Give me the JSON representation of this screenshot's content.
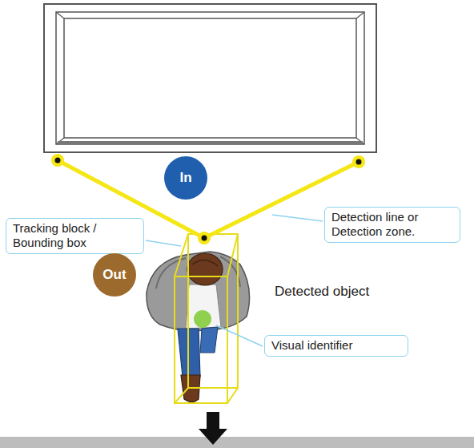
{
  "diagram": {
    "nodes": [
      {
        "text": [
          "In"
        ]
      },
      {
        "text": [
          "Tracking block / Bounding box"
        ]
      },
      {
        "text": [
          "Detection line or Detection zone."
        ]
      },
      {
        "text": [
          "Out"
        ]
      },
      {
        "text": [
          "Visual identifier"
        ]
      }
    ],
    "labels": [
      "Detected object"
    ]
  }
}
